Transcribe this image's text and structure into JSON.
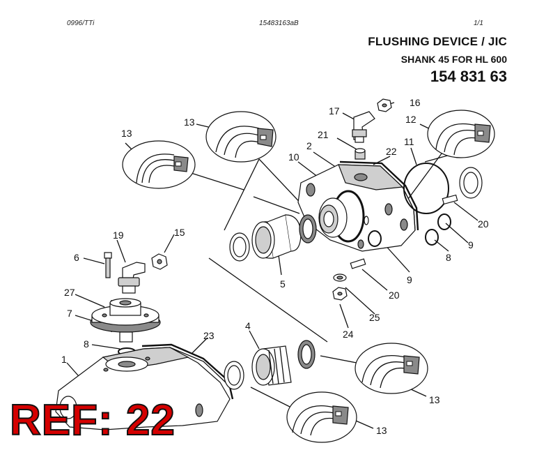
{
  "header": {
    "doc_code": "0996/TTi",
    "doc_ref": "15483163aB",
    "page": "1/1",
    "title": "FLUSHING  DEVICE / JIC",
    "subtitle": "SHANK 45 FOR HL 600",
    "part_number": "154 831 63"
  },
  "callouts": {
    "c1": "1",
    "c2": "2",
    "c4": "4",
    "c5": "5",
    "c6": "6",
    "c7": "7",
    "c8a": "8",
    "c8b": "8",
    "c9a": "9",
    "c9b": "9",
    "c10": "10",
    "c11": "11",
    "c12": "12",
    "c13a": "13",
    "c13b": "13",
    "c13c": "13",
    "c13d": "13",
    "c15": "15",
    "c16": "16",
    "c17": "17",
    "c19": "19",
    "c20a": "20",
    "c20b": "20",
    "c21": "21",
    "c22": "22",
    "c23": "23",
    "c24": "24",
    "c25": "25",
    "c27": "27"
  },
  "stamp": "REF: 22"
}
